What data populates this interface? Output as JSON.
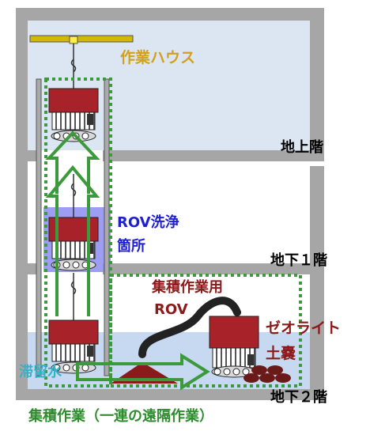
{
  "labels": {
    "work_house": "作業ハウス",
    "ground_floor": "地上階",
    "rov_wash_line1": "ROV洗浄",
    "rov_wash_line2": "箇所",
    "basement_1f": "地下１階",
    "collection_rov_line1": "集積作業用",
    "collection_rov_line2": "ROV",
    "zeolite_line1": "ゼオライト",
    "zeolite_line2": "土嚢",
    "stagnant_water": "滞留水",
    "basement_2f": "地下２階",
    "caption": "集積作業（一連の遠隔作業）"
  },
  "colors": {
    "wall_gray": "#a6a6a6",
    "work_house_fill": "#dce6f2",
    "wash_area_fill": "#8c8cf0",
    "water_fill": "#c6d9f1",
    "rov_red": "#a8222a",
    "label_gold": "#d4a017",
    "label_blue": "#1f1fd6",
    "label_dark_red": "#8b1a1a",
    "label_green": "#2e8b2e",
    "label_cyan": "#38b0c8",
    "arrow_green": "#3c9a3c",
    "dotted_green": "#3c9a3c"
  }
}
